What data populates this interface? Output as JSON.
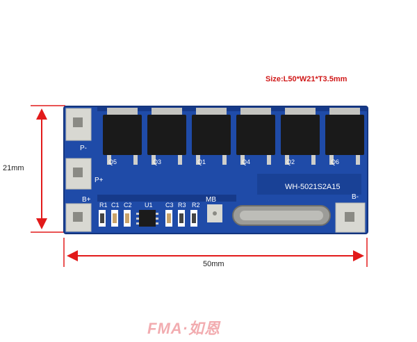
{
  "size_caption": "Size:L50*W21*T3.5mm",
  "dimensions": {
    "height_label": "21mm",
    "width_label": "50mm"
  },
  "board": {
    "model": "WH-5021S2A15",
    "pad_labels": [
      "P-",
      "P+",
      "B+",
      "B-",
      "MB"
    ],
    "mosfet_labels": [
      "Q5",
      "Q3",
      "Q1",
      "Q4",
      "Q2",
      "Q6"
    ],
    "component_labels": [
      "R1",
      "C1",
      "C2",
      "U1",
      "C3",
      "R3",
      "R2"
    ]
  },
  "watermark": "FMA·如恩",
  "colors": {
    "pcb": "#1f4ba8",
    "pcb_dark": "#163a8a",
    "pad": "#d8d8d2",
    "dimension": "#e21a1a"
  }
}
